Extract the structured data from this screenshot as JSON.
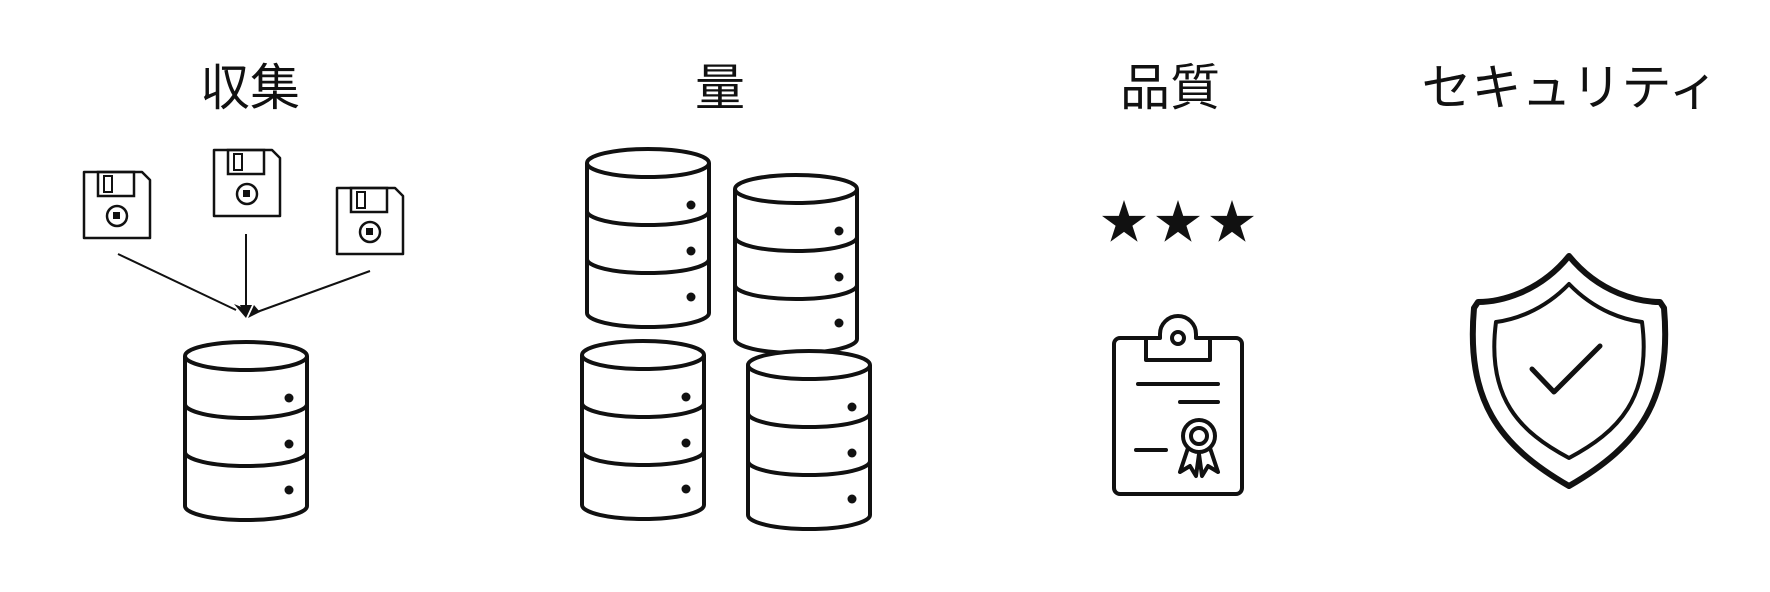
{
  "sections": [
    {
      "id": "collection",
      "heading": "収集",
      "icons": [
        "floppy-disk-icon",
        "floppy-disk-icon",
        "floppy-disk-icon",
        "arrow-icon",
        "database-icon"
      ]
    },
    {
      "id": "volume",
      "heading": "量",
      "icons": [
        "database-icon",
        "database-icon",
        "database-icon",
        "database-icon"
      ]
    },
    {
      "id": "quality",
      "heading": "品質",
      "icons": [
        "star-icon",
        "star-icon",
        "star-icon",
        "clipboard-certificate-icon"
      ],
      "rating": {
        "value": 3,
        "max": 3
      }
    },
    {
      "id": "security",
      "heading": "セキュリティ",
      "icons": [
        "shield-check-icon"
      ]
    }
  ],
  "colors": {
    "stroke": "#111111",
    "background": "#ffffff"
  }
}
